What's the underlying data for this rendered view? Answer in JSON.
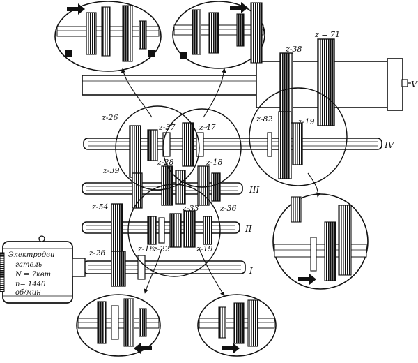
{
  "gear_labels": {
    "z71": "z = 71",
    "z38": "z-38",
    "z26a": "z-26",
    "z37": "z-37",
    "z47": "z-47",
    "z82": "z-82",
    "z19a": "z-19",
    "z28": "z-28",
    "z18": "z-18",
    "z39": "z-39",
    "z54": "z-54",
    "z33": "z-33",
    "z36": "z-36",
    "z26b": "z-26",
    "z16": "z-16",
    "z22": "z-22",
    "z19b": "z-19"
  },
  "shaft_labels": {
    "I": "I",
    "II": "II",
    "III": "III",
    "IV": "IV",
    "V": "V"
  },
  "motor": {
    "line1": "Электродви",
    "line2": "гатель",
    "line3": "N = 7квт",
    "line4": "n= 1440",
    "line5": "об/мин"
  }
}
